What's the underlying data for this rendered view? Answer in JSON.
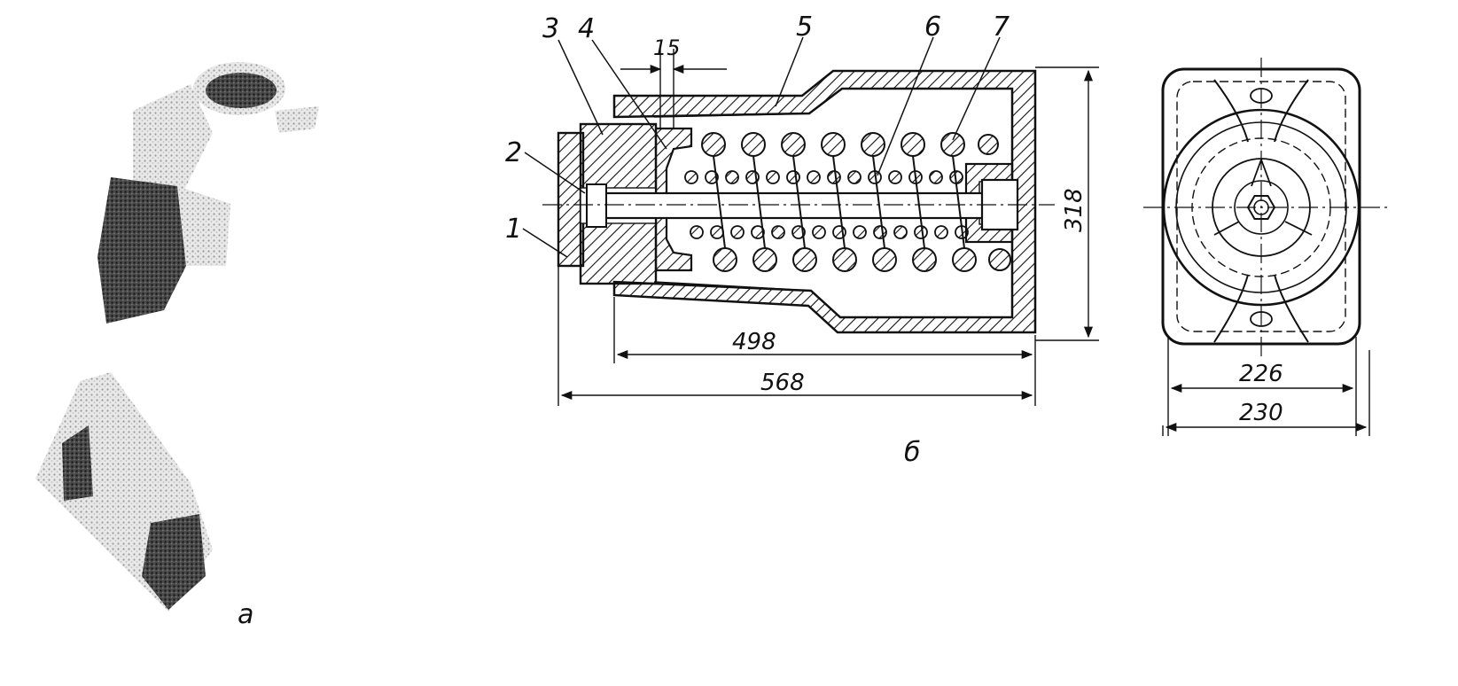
{
  "figure": {
    "panel_a_letter": "а",
    "panel_b_letter": "б",
    "callouts": [
      "1",
      "2",
      "3",
      "4",
      "5",
      "6",
      "7"
    ],
    "dimensions": {
      "gap": "15",
      "body_length": "498",
      "overall_length": "568",
      "height": "318",
      "inner_width": "226",
      "outer_width": "230"
    }
  }
}
